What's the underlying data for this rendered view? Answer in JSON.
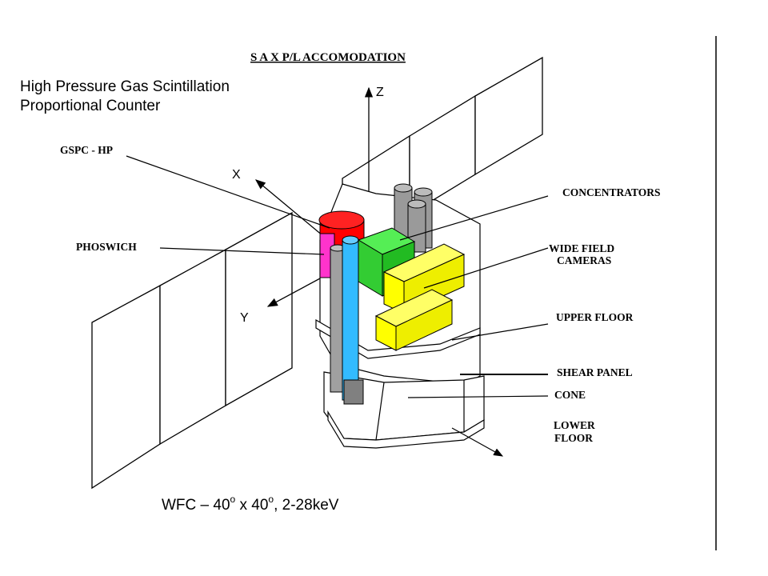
{
  "diagram": {
    "title": "S A X  P/L ACCOMODATION",
    "axes": {
      "z": "Z",
      "x": "X",
      "y": "Y"
    },
    "labels": {
      "gspc": "GSPC - HP",
      "phoswich": "PHOSWICH",
      "concentrators": "CONCENTRATORS",
      "wfc_line1": "WIDE FIELD",
      "wfc_line2": "CAMERAS",
      "upper_floor": "UPPER FLOOR",
      "shear_panel": "SHEAR PANEL",
      "cone": "CONE",
      "lower_floor_line1": "LOWER",
      "lower_floor_line2": "FLOOR"
    }
  },
  "captions": {
    "hpgspc_line1": "High Pressure Gas Scintillation",
    "hpgspc_line2": "Proportional Counter",
    "wfc_prefix": "WFC – 40",
    "wfc_sup1": "o",
    "wfc_mid": " x 40",
    "wfc_sup2": "o",
    "wfc_suffix": ", 2-28keV"
  },
  "colors": {
    "gspc": "#ff0000",
    "phoswich": "#ff33cc",
    "concentrator_block": "#33dd33",
    "wfc": "#ffff00",
    "tube_blue": "#33bbff",
    "tube_grey": "#a0a0a0"
  }
}
